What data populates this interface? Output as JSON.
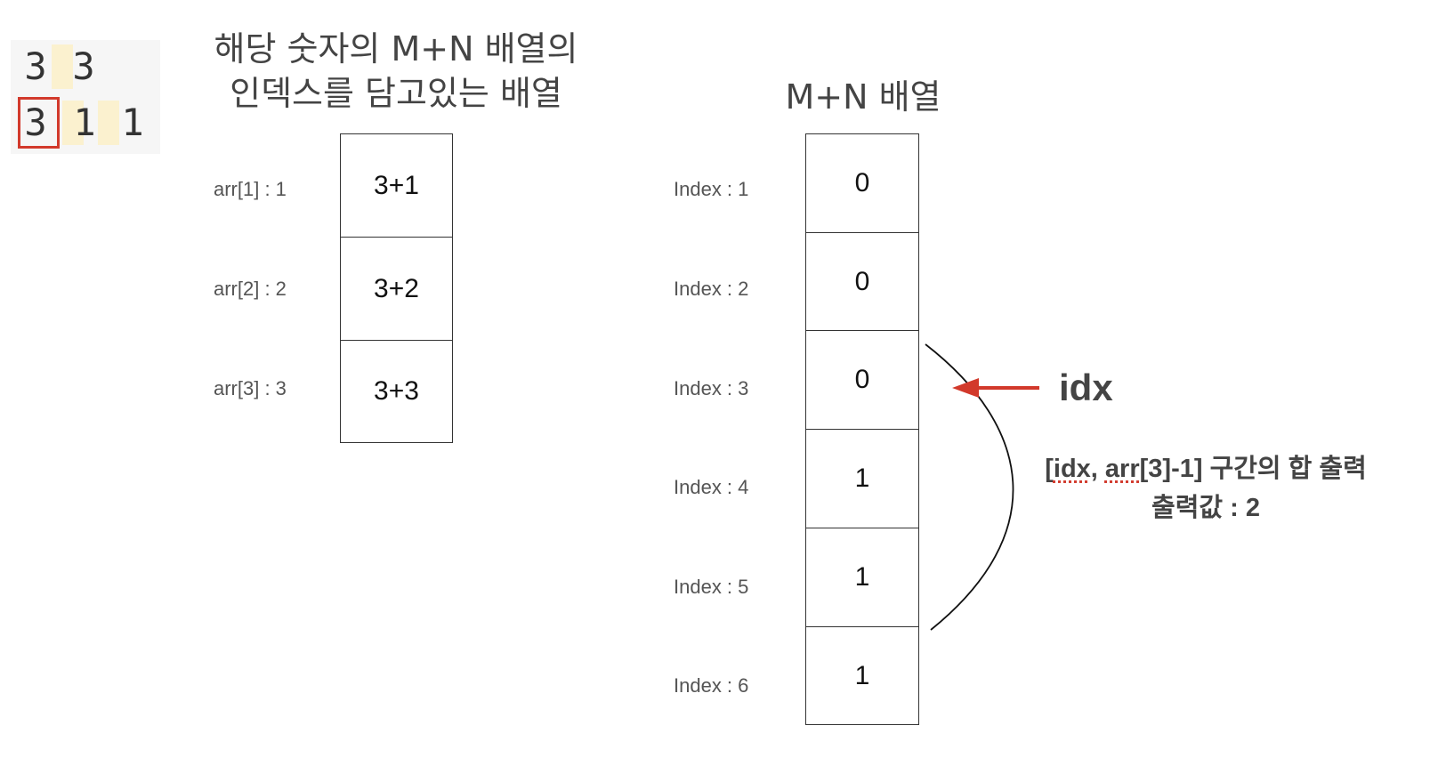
{
  "input_snippet": {
    "line1": [
      "3",
      "3"
    ],
    "line2": [
      "3",
      "1",
      "1"
    ],
    "highlight_color": "#fbf1cf",
    "box_color": "#d2392b"
  },
  "left_heading": {
    "line1": "해당 숫자의 M+N 배열의",
    "line2": "인덱스를 담고있는 배열"
  },
  "right_heading": "M+N 배열",
  "arr_rows": [
    {
      "label": "arr[1] : 1",
      "value": "3+1"
    },
    {
      "label": "arr[2] : 2",
      "value": "3+2"
    },
    {
      "label": "arr[3] : 3",
      "value": "3+3"
    }
  ],
  "mn_rows": [
    {
      "label": "Index : 1",
      "value": "0"
    },
    {
      "label": "Index : 2",
      "value": "0"
    },
    {
      "label": "Index : 3",
      "value": "0"
    },
    {
      "label": "Index : 4",
      "value": "1"
    },
    {
      "label": "Index : 5",
      "value": "1"
    },
    {
      "label": "Index : 6",
      "value": "1"
    }
  ],
  "pointer": {
    "label": "idx",
    "arrow_color": "#d2392b"
  },
  "range_note": {
    "open": "[",
    "idx": "idx",
    "mid": ", ",
    "arr": "arr",
    "rest": "[3]-1] 구간의 합 출력",
    "line2": "출력값 : 2"
  }
}
